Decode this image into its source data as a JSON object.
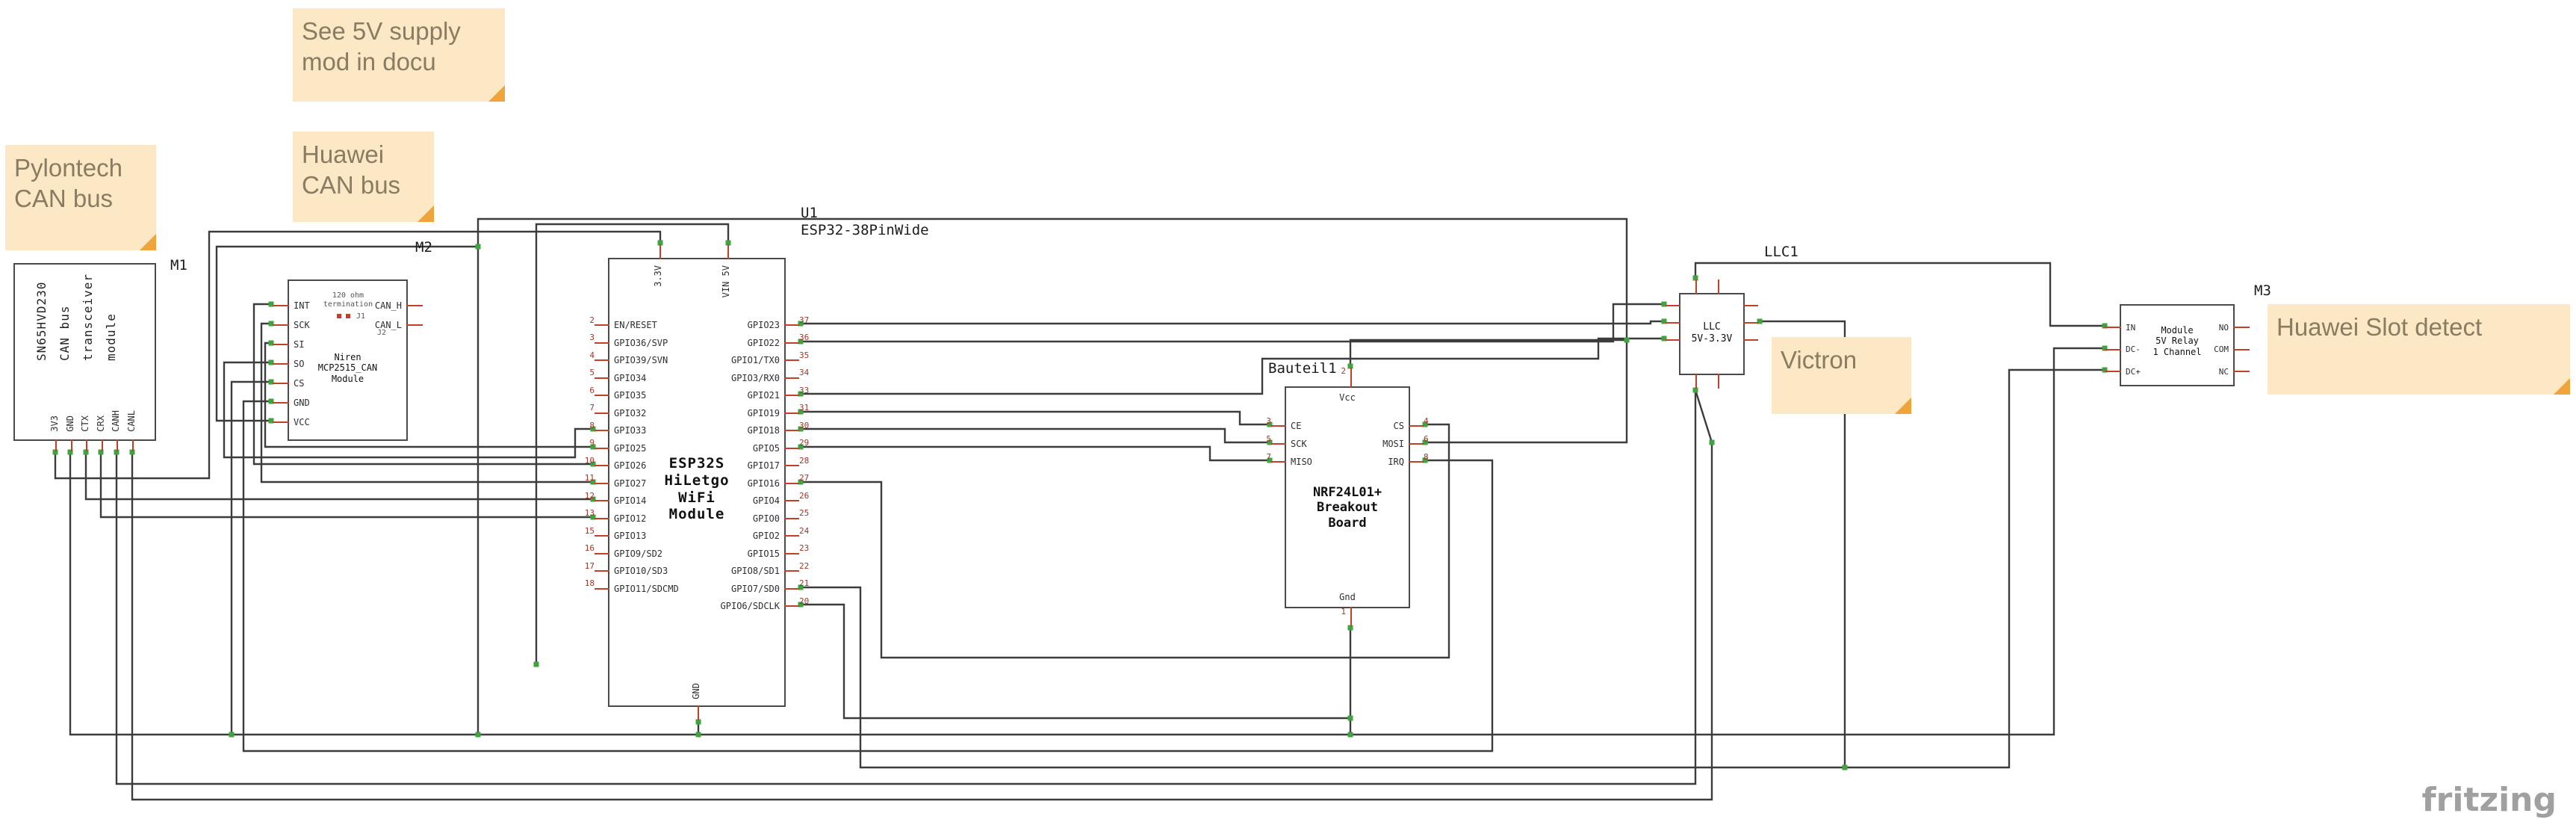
{
  "watermark": {
    "text": "fritzing"
  },
  "colors": {
    "wire": "#3c3c3c",
    "pin": "#c2402a",
    "pin_number": "#a0382a",
    "connected": "#3fa33f",
    "note_bg": "#fce8c5",
    "note_fold": "#f0a43c",
    "note_text": "#8a7b63",
    "component_border": "#4a4a4a"
  },
  "notes": {
    "see5v": {
      "text": "See 5V supply mod in docu"
    },
    "huawei_can": {
      "text": "Huawei CAN bus"
    },
    "pylontech": {
      "text": "Pylontech CAN bus"
    },
    "victron": {
      "text": "Victron"
    },
    "huawei_slot": {
      "text": "Huawei Slot detect"
    }
  },
  "m1": {
    "ref": "M1",
    "title_lines": [
      "SN65HVD230",
      "CAN bus",
      "transceiver",
      "module"
    ],
    "pins": [
      "3V3",
      "GND",
      "CTX",
      "CRX",
      "CANH",
      "CANL"
    ]
  },
  "m2": {
    "ref": "M2",
    "jumper_lines": [
      "120 ohm",
      "termination"
    ],
    "j1": "J1",
    "j2": "J2",
    "title_lines": [
      "Niren",
      "MCP2515_CAN",
      "Module"
    ],
    "left_pins": [
      "INT",
      "SCK",
      "SI",
      "SO",
      "CS",
      "GND",
      "VCC"
    ],
    "right_pins": [
      "CAN_H",
      "CAN_L"
    ]
  },
  "esp32": {
    "ref": "U1",
    "part": "ESP32-38PinWide",
    "title_lines": [
      "ESP32S",
      "HiLetgo",
      "WiFi",
      "Module"
    ],
    "top_pins": [
      {
        "label": "3.3V"
      },
      {
        "label": "VIN 5V"
      }
    ],
    "bottom_pin": {
      "label": "GND"
    },
    "left_pins": [
      {
        "num": "2",
        "label": "EN/RESET"
      },
      {
        "num": "3",
        "label": "GPIO36/SVP"
      },
      {
        "num": "4",
        "label": "GPIO39/SVN"
      },
      {
        "num": "5",
        "label": "GPIO34"
      },
      {
        "num": "6",
        "label": "GPIO35"
      },
      {
        "num": "7",
        "label": "GPIO32"
      },
      {
        "num": "8",
        "label": "GPIO33"
      },
      {
        "num": "9",
        "label": "GPIO25"
      },
      {
        "num": "10",
        "label": "GPIO26"
      },
      {
        "num": "11",
        "label": "GPIO27"
      },
      {
        "num": "12",
        "label": "GPIO14"
      },
      {
        "num": "13",
        "label": "GPIO12"
      },
      {
        "num": "15",
        "label": "GPIO13"
      },
      {
        "num": "16",
        "label": "GPIO9/SD2"
      },
      {
        "num": "17",
        "label": "GPIO10/SD3"
      },
      {
        "num": "18",
        "label": "GPIO11/SDCMD"
      }
    ],
    "right_pins": [
      {
        "num": "37",
        "label": "GPIO23"
      },
      {
        "num": "36",
        "label": "GPIO22"
      },
      {
        "num": "35",
        "label": "GPIO1/TX0"
      },
      {
        "num": "34",
        "label": "GPIO3/RX0"
      },
      {
        "num": "33",
        "label": "GPIO21"
      },
      {
        "num": "31",
        "label": "GPIO19"
      },
      {
        "num": "30",
        "label": "GPIO18"
      },
      {
        "num": "29",
        "label": "GPIO5"
      },
      {
        "num": "28",
        "label": "GPIO17"
      },
      {
        "num": "27",
        "label": "GPIO16"
      },
      {
        "num": "26",
        "label": "GPIO4"
      },
      {
        "num": "25",
        "label": "GPIO0"
      },
      {
        "num": "24",
        "label": "GPIO2"
      },
      {
        "num": "23",
        "label": "GPIO15"
      },
      {
        "num": "22",
        "label": "GPIO8/SD1"
      },
      {
        "num": "21",
        "label": "GPIO7/SD0"
      },
      {
        "num": "20",
        "label": "GPIO6/SDCLK"
      }
    ]
  },
  "nrf": {
    "ref": "Bauteil1",
    "title_lines": [
      "NRF24L01+",
      "Breakout",
      "Board"
    ],
    "top_pin": {
      "num": "2",
      "label": "Vcc"
    },
    "bottom_pin": {
      "num": "1",
      "label": "Gnd"
    },
    "left_pins": [
      {
        "num": "3",
        "label": "CE"
      },
      {
        "num": "5",
        "label": "SCK"
      },
      {
        "num": "7",
        "label": "MISO"
      }
    ],
    "right_pins": [
      {
        "num": "4",
        "label": "CS"
      },
      {
        "num": "6",
        "label": "MOSI"
      },
      {
        "num": "8",
        "label": "IRQ"
      }
    ]
  },
  "llc": {
    "ref": "LLC1",
    "title_lines": [
      "LLC",
      "5V-3.3V"
    ]
  },
  "relay": {
    "ref": "M3",
    "title_lines": [
      "Module",
      "5V Relay",
      "1 Channel"
    ],
    "left_pins": [
      "IN",
      "DC-",
      "DC+"
    ],
    "right_pins": [
      "NO",
      "COM",
      "NC"
    ]
  }
}
